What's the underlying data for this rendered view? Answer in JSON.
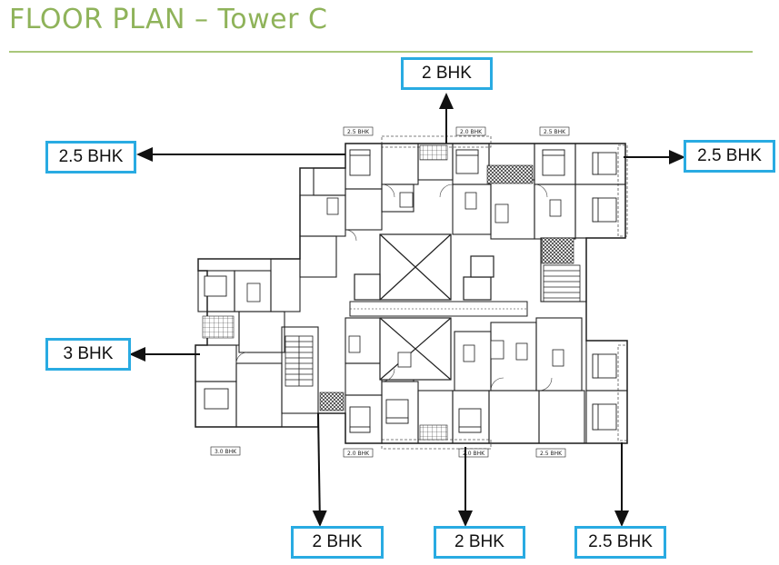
{
  "header": {
    "title": "FLOOR PLAN – Tower C"
  },
  "callouts": [
    {
      "id": "top",
      "label": "2 BHK"
    },
    {
      "id": "left-top",
      "label": "2.5 BHK"
    },
    {
      "id": "right-top",
      "label": "2.5 BHK"
    },
    {
      "id": "left-mid",
      "label": "3 BHK"
    },
    {
      "id": "bottom-left",
      "label": "2 BHK"
    },
    {
      "id": "bottom-mid",
      "label": "2 BHK"
    },
    {
      "id": "bottom-right",
      "label": "2.5 BHK"
    }
  ],
  "plan_tags": {
    "top_a": "2.5 BHK",
    "top_b": "2.0 BHK",
    "top_c": "2.5 BHK",
    "bottom_a": "2.0 BHK",
    "bottom_b": "2.0 BHK",
    "bottom_c": "2.5 BHK",
    "left_c": "3.0 BHK"
  },
  "colors": {
    "title": "#8fb35a",
    "rule": "#a9c77a",
    "callout_border": "#29abe2",
    "arrow": "#111111"
  }
}
